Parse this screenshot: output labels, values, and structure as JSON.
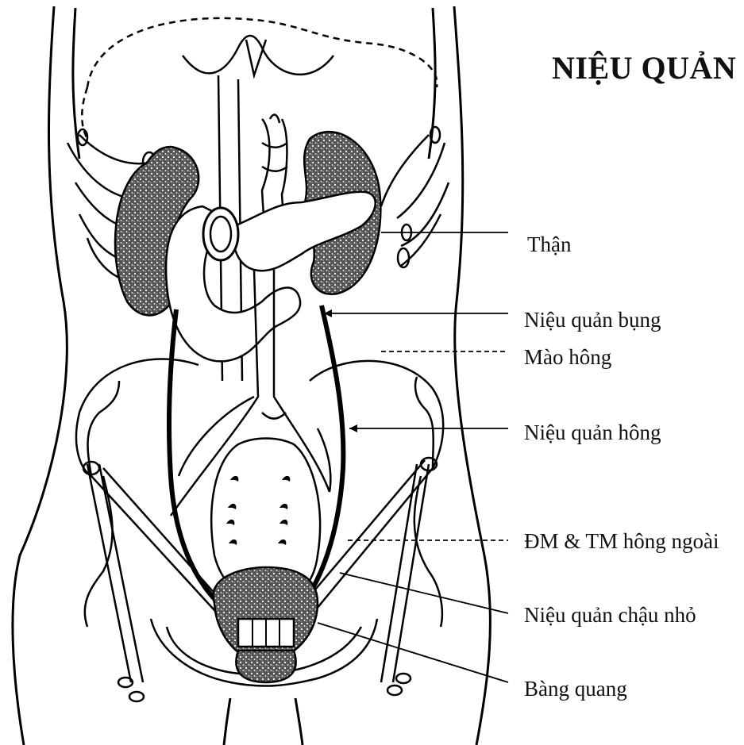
{
  "title": "NIỆU QUẢN",
  "labels": {
    "than": "Thận",
    "nieu_quan_bung": "Niệu quản bụng",
    "mao_hong": "Mào hông",
    "nieu_quan_hong": "Niệu quản hông",
    "dm_tm_hong_ngoai": "ĐM & TM hông ngoài",
    "nieu_quan_chau_nho": "Niệu quản chậu nhỏ",
    "bang_quang": "Bàng quang"
  }
}
